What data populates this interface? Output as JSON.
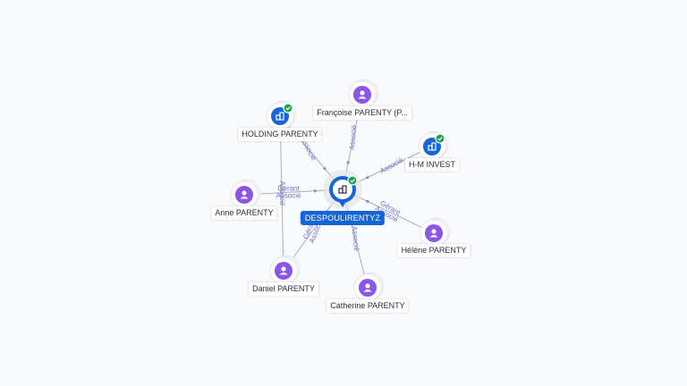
{
  "center": {
    "name": "DESPOULIRENTYZ",
    "icon": "building-icon",
    "verified": true
  },
  "nodes": [
    {
      "id": "francoise",
      "name": "Françoise PARENTY (P...",
      "type": "person",
      "icon": "person-icon"
    },
    {
      "id": "holding",
      "name": "HOLDING PARENTY",
      "type": "company",
      "icon": "building-icon",
      "verified": true
    },
    {
      "id": "hm",
      "name": "H-M INVEST",
      "type": "company",
      "icon": "building-icon",
      "verified": true
    },
    {
      "id": "anne",
      "name": "Anne PARENTY",
      "type": "person",
      "icon": "person-icon"
    },
    {
      "id": "helene",
      "name": "Hélène PARENTY",
      "type": "person",
      "icon": "person-icon"
    },
    {
      "id": "daniel",
      "name": "Daniel PARENTY",
      "type": "person",
      "icon": "person-icon"
    },
    {
      "id": "catherine",
      "name": "Catherine PARENTY",
      "type": "person",
      "icon": "person-icon"
    }
  ],
  "edges": [
    {
      "from": "francoise",
      "to": "center",
      "labels": [
        "Associé"
      ]
    },
    {
      "from": "holding",
      "to": "center",
      "labels": [
        "Associé"
      ]
    },
    {
      "from": "hm",
      "to": "center",
      "labels": [
        "Associé"
      ]
    },
    {
      "from": "anne",
      "to": "center",
      "labels": [
        "Gérant",
        "Associé"
      ]
    },
    {
      "from": "helene",
      "to": "center",
      "labels": [
        "Gérant",
        "Associé"
      ]
    },
    {
      "from": "daniel",
      "to": "center",
      "labels": [
        "Gérant",
        "Associé"
      ]
    },
    {
      "from": "catherine",
      "to": "center",
      "labels": [
        "Associé"
      ]
    },
    {
      "from": "daniel",
      "to": "holding",
      "labels": [
        "Associé"
      ]
    }
  ],
  "colors": {
    "person": "#8b55e8",
    "company": "#1565d8",
    "verified": "#1e9e4a",
    "edge_label": "#6e74c9"
  }
}
